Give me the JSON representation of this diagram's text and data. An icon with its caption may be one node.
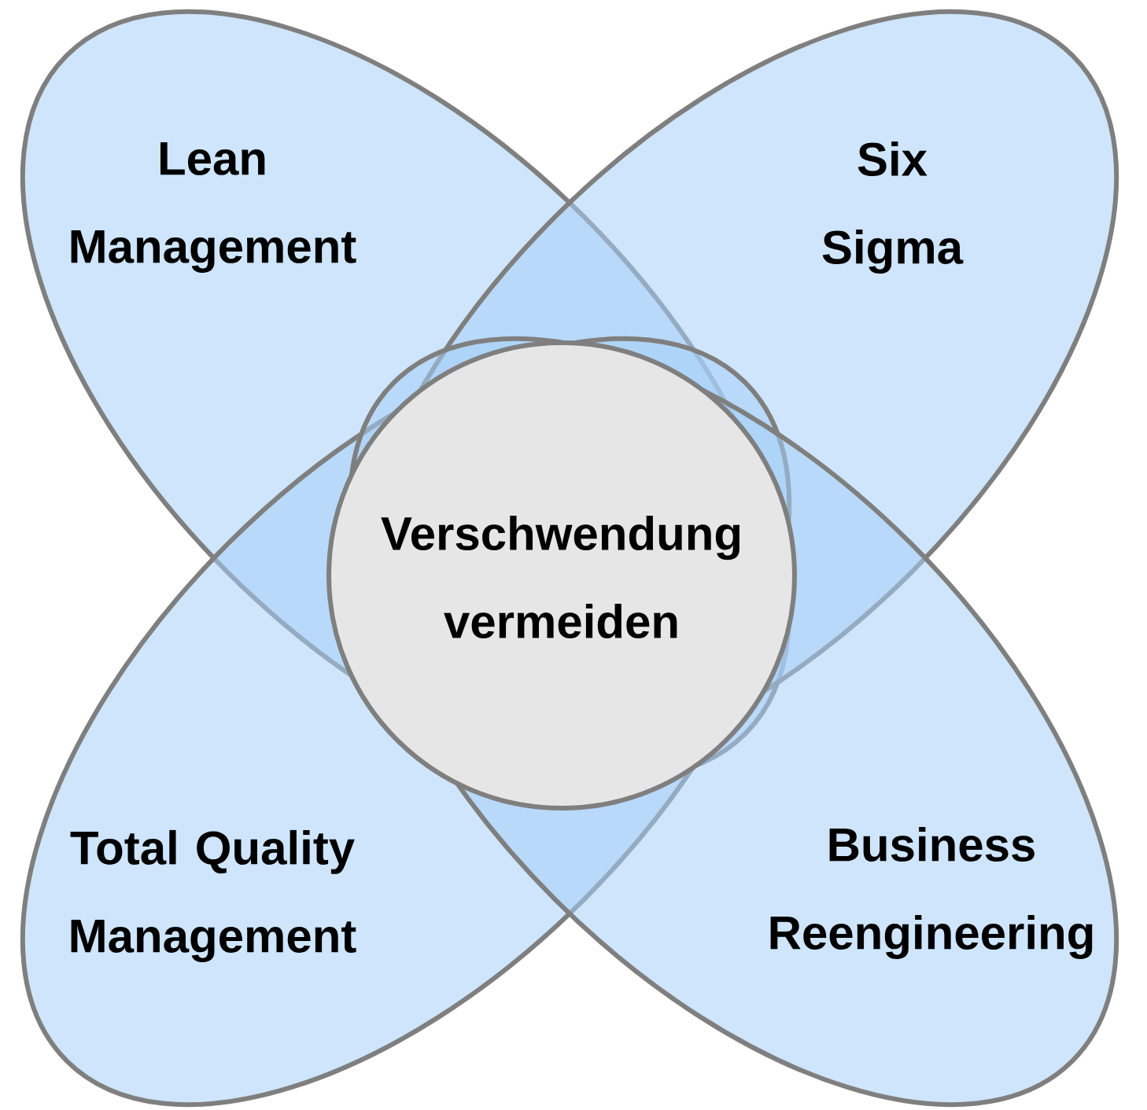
{
  "diagram": {
    "nodes": [
      {
        "text": [
          "Lean Management"
        ]
      },
      {
        "text": [
          "Six Sigma"
        ]
      },
      {
        "text": [
          "Total Quality Management"
        ]
      },
      {
        "text": [
          "Business Reengineering"
        ]
      },
      {
        "text": [
          "Verschwendung vermeiden"
        ]
      }
    ]
  }
}
